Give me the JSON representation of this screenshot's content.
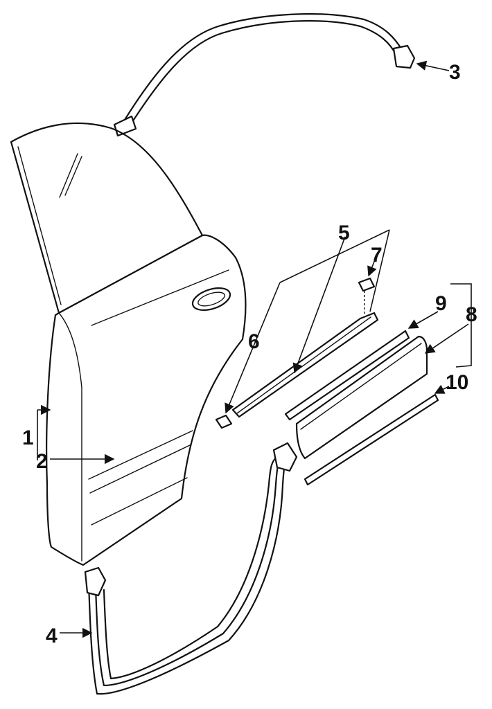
{
  "callouts": {
    "c1": "1",
    "c2": "2",
    "c3": "3",
    "c4": "4",
    "c5": "5",
    "c6": "6",
    "c7": "7",
    "c8": "8",
    "c9": "9",
    "c10": "10"
  },
  "colors": {
    "line": "#111111",
    "background": "#ffffff"
  }
}
